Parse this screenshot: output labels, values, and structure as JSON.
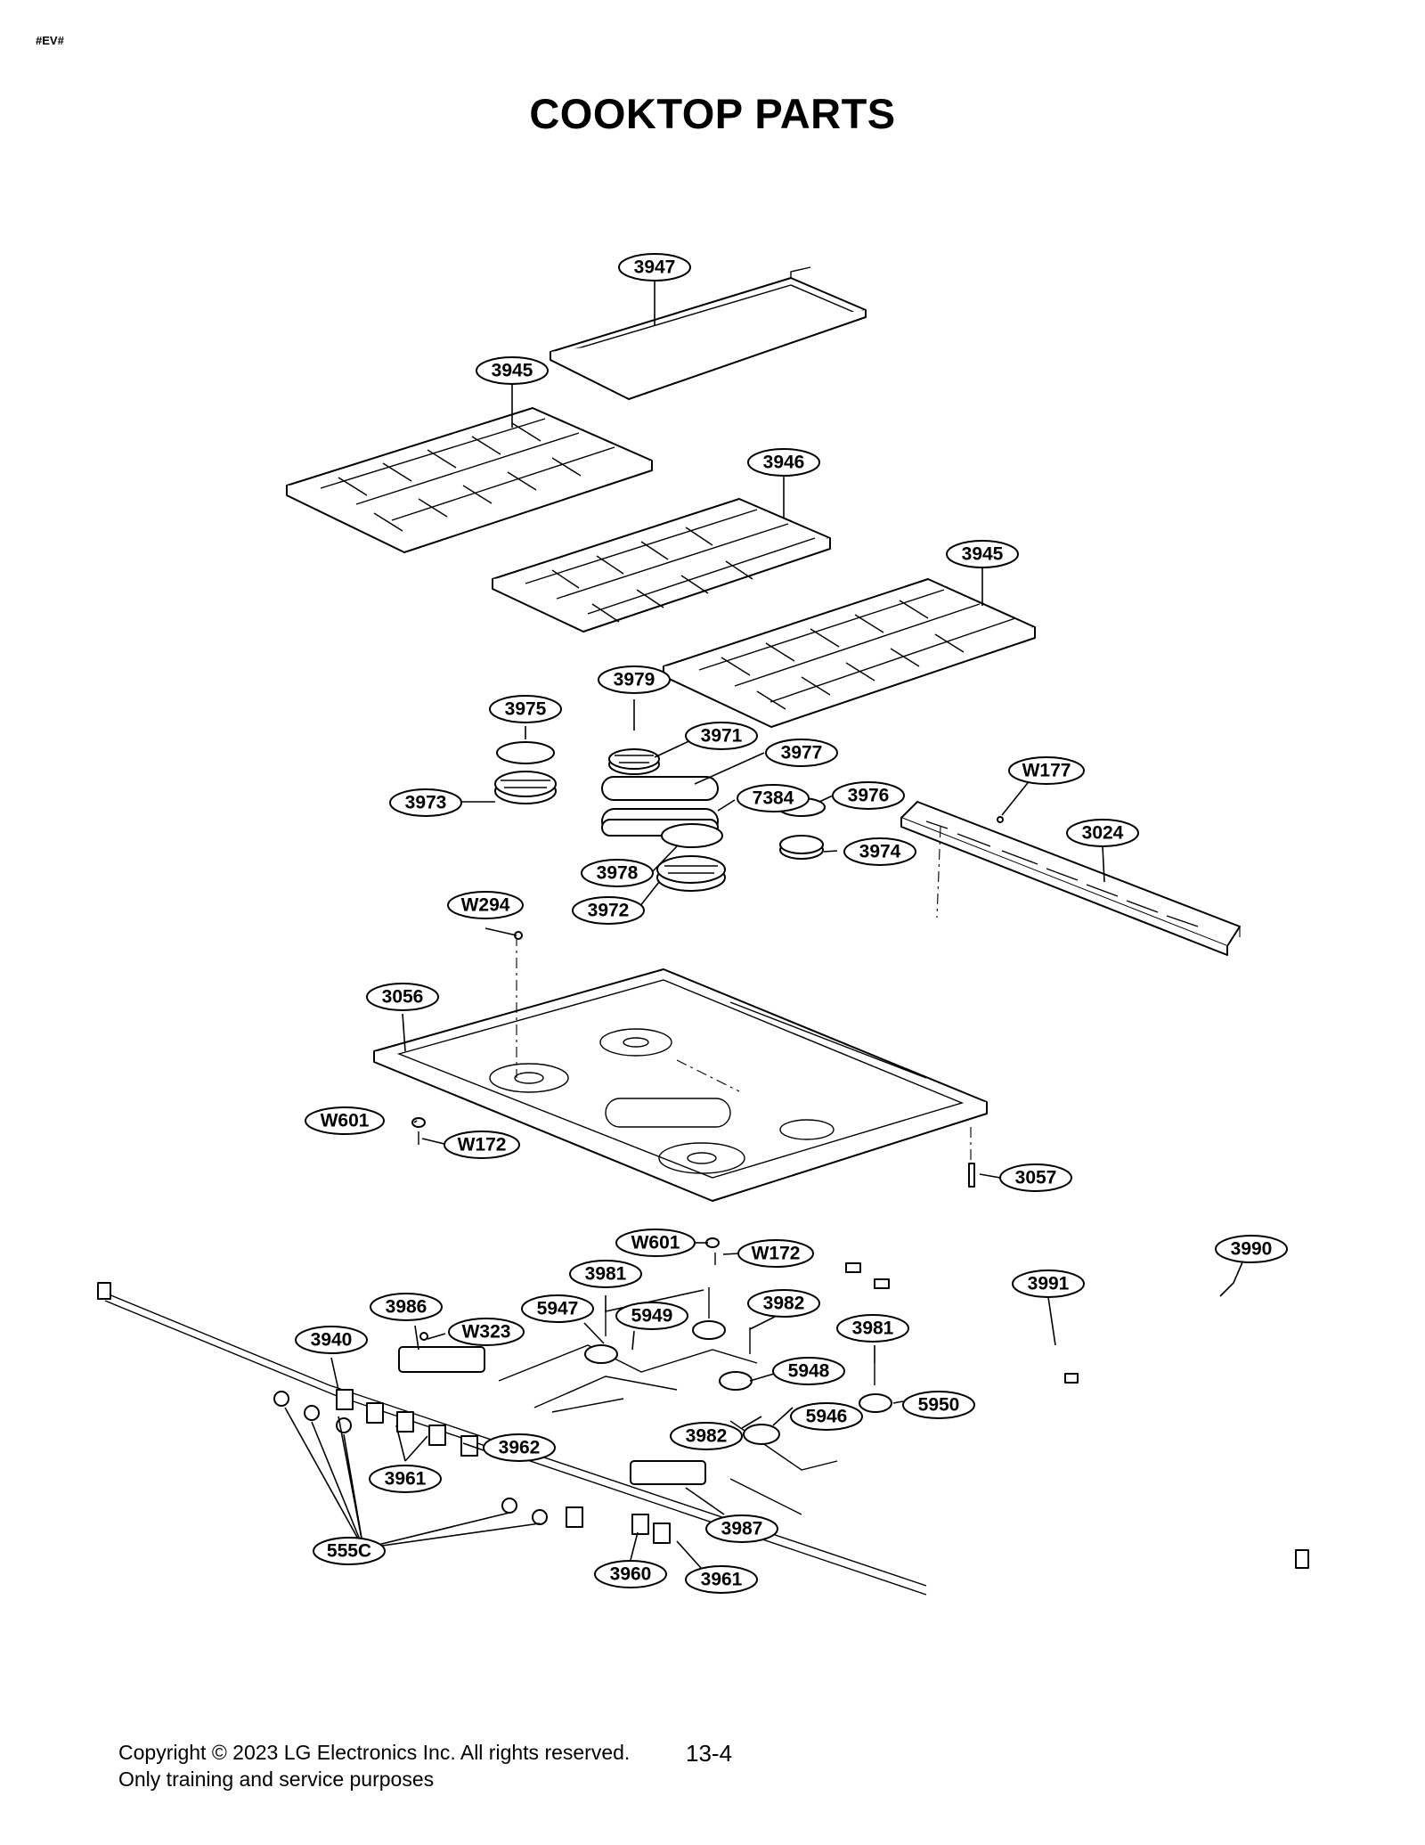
{
  "doc_tag": "#EV#",
  "title": "COOKTOP PARTS",
  "footer": {
    "copyright": "Copyright © 2023 LG Electronics Inc. All rights reserved.",
    "note": "Only training and service purposes",
    "page": "13-4"
  },
  "callouts": [
    {
      "id": "c3947",
      "label": "3947"
    },
    {
      "id": "c3945a",
      "label": "3945"
    },
    {
      "id": "c3946",
      "label": "3946"
    },
    {
      "id": "c3945b",
      "label": "3945"
    },
    {
      "id": "c3979",
      "label": "3979"
    },
    {
      "id": "c3975",
      "label": "3975"
    },
    {
      "id": "c3971",
      "label": "3971"
    },
    {
      "id": "c3977",
      "label": "3977"
    },
    {
      "id": "cW177",
      "label": "W177"
    },
    {
      "id": "c3973",
      "label": "3973"
    },
    {
      "id": "c7384",
      "label": "7384"
    },
    {
      "id": "c3976",
      "label": "3976"
    },
    {
      "id": "c3024",
      "label": "3024"
    },
    {
      "id": "c3974",
      "label": "3974"
    },
    {
      "id": "c3978",
      "label": "3978"
    },
    {
      "id": "c3972",
      "label": "3972"
    },
    {
      "id": "cW294",
      "label": "W294"
    },
    {
      "id": "c3056",
      "label": "3056"
    },
    {
      "id": "cW601a",
      "label": "W601"
    },
    {
      "id": "cW172a",
      "label": "W172"
    },
    {
      "id": "c3057",
      "label": "3057"
    },
    {
      "id": "cW601b",
      "label": "W601"
    },
    {
      "id": "cW172b",
      "label": "W172"
    },
    {
      "id": "c3990",
      "label": "3990"
    },
    {
      "id": "c3981a",
      "label": "3981"
    },
    {
      "id": "c3991",
      "label": "3991"
    },
    {
      "id": "c3986",
      "label": "3986"
    },
    {
      "id": "c5947",
      "label": "5947"
    },
    {
      "id": "c5949",
      "label": "5949"
    },
    {
      "id": "c3982a",
      "label": "3982"
    },
    {
      "id": "cW323",
      "label": "W323"
    },
    {
      "id": "c3940",
      "label": "3940"
    },
    {
      "id": "c3981b",
      "label": "3981"
    },
    {
      "id": "c5948",
      "label": "5948"
    },
    {
      "id": "c5950",
      "label": "5950"
    },
    {
      "id": "c5946",
      "label": "5946"
    },
    {
      "id": "c3982b",
      "label": "3982"
    },
    {
      "id": "c3962",
      "label": "3962"
    },
    {
      "id": "c3961a",
      "label": "3961"
    },
    {
      "id": "c3987",
      "label": "3987"
    },
    {
      "id": "c555C",
      "label": "555C"
    },
    {
      "id": "c3960",
      "label": "3960"
    },
    {
      "id": "c3961b",
      "label": "3961"
    }
  ]
}
